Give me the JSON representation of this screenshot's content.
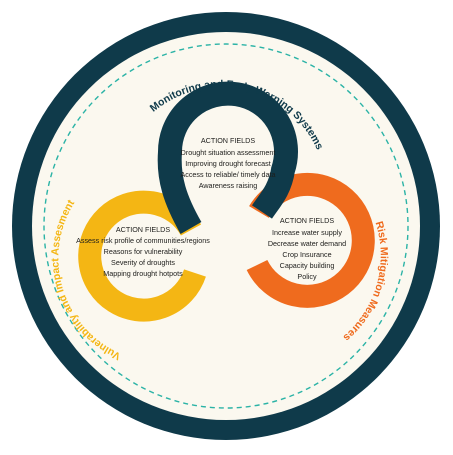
{
  "colors": {
    "outer_ring": "#0f3a4a",
    "inner_fill": "#fbf8ef",
    "dashed": "#2bb3a6",
    "monitoring": "#0f3a4a",
    "vulnerability": "#f4b614",
    "mitigation": "#ef6b1e",
    "text": "#1d1d1b"
  },
  "sections": {
    "monitoring": {
      "title": "Monitoring and Early Warning Systems",
      "fields_heading": "ACTION FIELDS",
      "items": [
        "Drought situation assessment",
        "Improving drought forecast",
        "Access to  reliable/ timely data",
        "Awareness raising"
      ]
    },
    "vulnerability": {
      "title": "Vulnerability and Impact Assesment",
      "fields_heading": "ACTION FIELDS",
      "items": [
        "Assess risk profile of communities/regions",
        "Reasons for vulnerability",
        "Severity of droughts",
        "Mapping drought hotpots"
      ]
    },
    "mitigation": {
      "title": "Risk Mitigation Measures",
      "fields_heading": "ACTION FIELDS",
      "items": [
        "Increase water supply",
        "Decrease water demand",
        "Crop Insurance",
        "Capacity building",
        "Policy"
      ]
    }
  }
}
